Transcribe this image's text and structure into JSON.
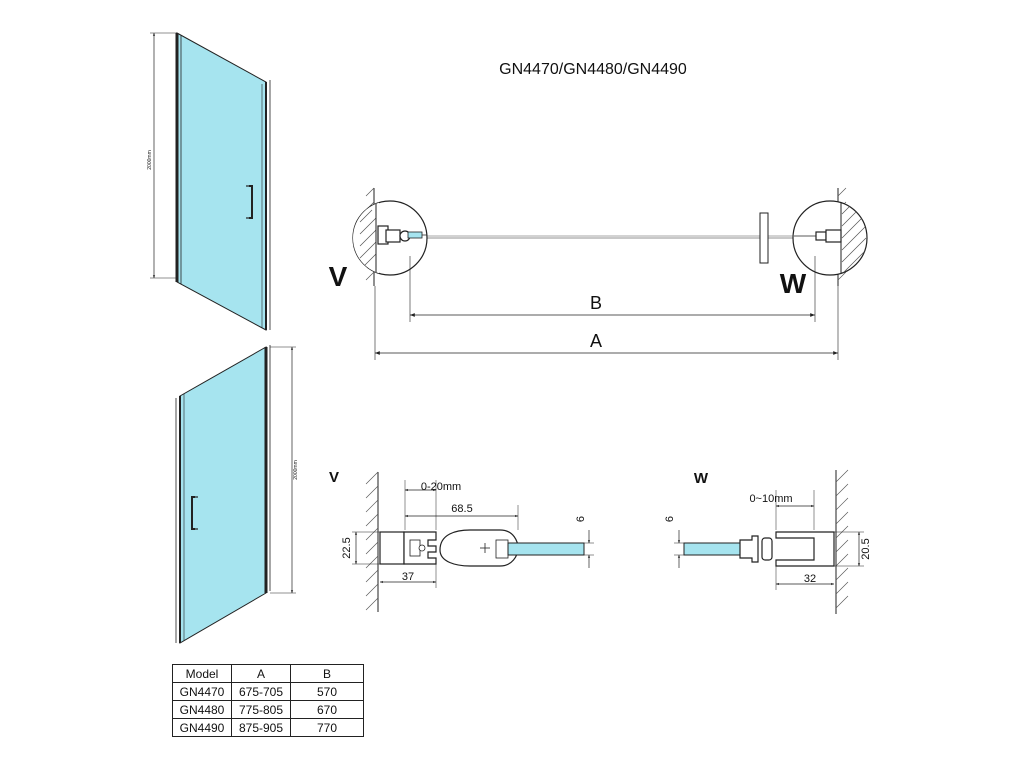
{
  "title": "GN4470/GN4480/GN4490",
  "colors": {
    "glass": "#a6e4ef",
    "line": "#222222",
    "wall_hatch": "#555555"
  },
  "plan": {
    "label_v": "V",
    "label_w": "W",
    "dim_b": "B",
    "dim_a": "A"
  },
  "door_views": {
    "height_label_front": "2000mm",
    "height_label_back": "2000mm"
  },
  "detail_v": {
    "label": "V",
    "dim_adjust": "0-20mm",
    "dim_68_5": "68.5",
    "dim_6": "6",
    "dim_22_5": "22.5",
    "dim_37": "37"
  },
  "detail_w": {
    "label": "W",
    "dim_adjust": "0~10mm",
    "dim_6": "6",
    "dim_20_5": "20.5",
    "dim_32": "32"
  },
  "table": {
    "headers": [
      "Model",
      "A",
      "B"
    ],
    "rows": [
      [
        "GN4470",
        "675-705",
        "570"
      ],
      [
        "GN4480",
        "775-805",
        "670"
      ],
      [
        "GN4490",
        "875-905",
        "770"
      ]
    ]
  }
}
